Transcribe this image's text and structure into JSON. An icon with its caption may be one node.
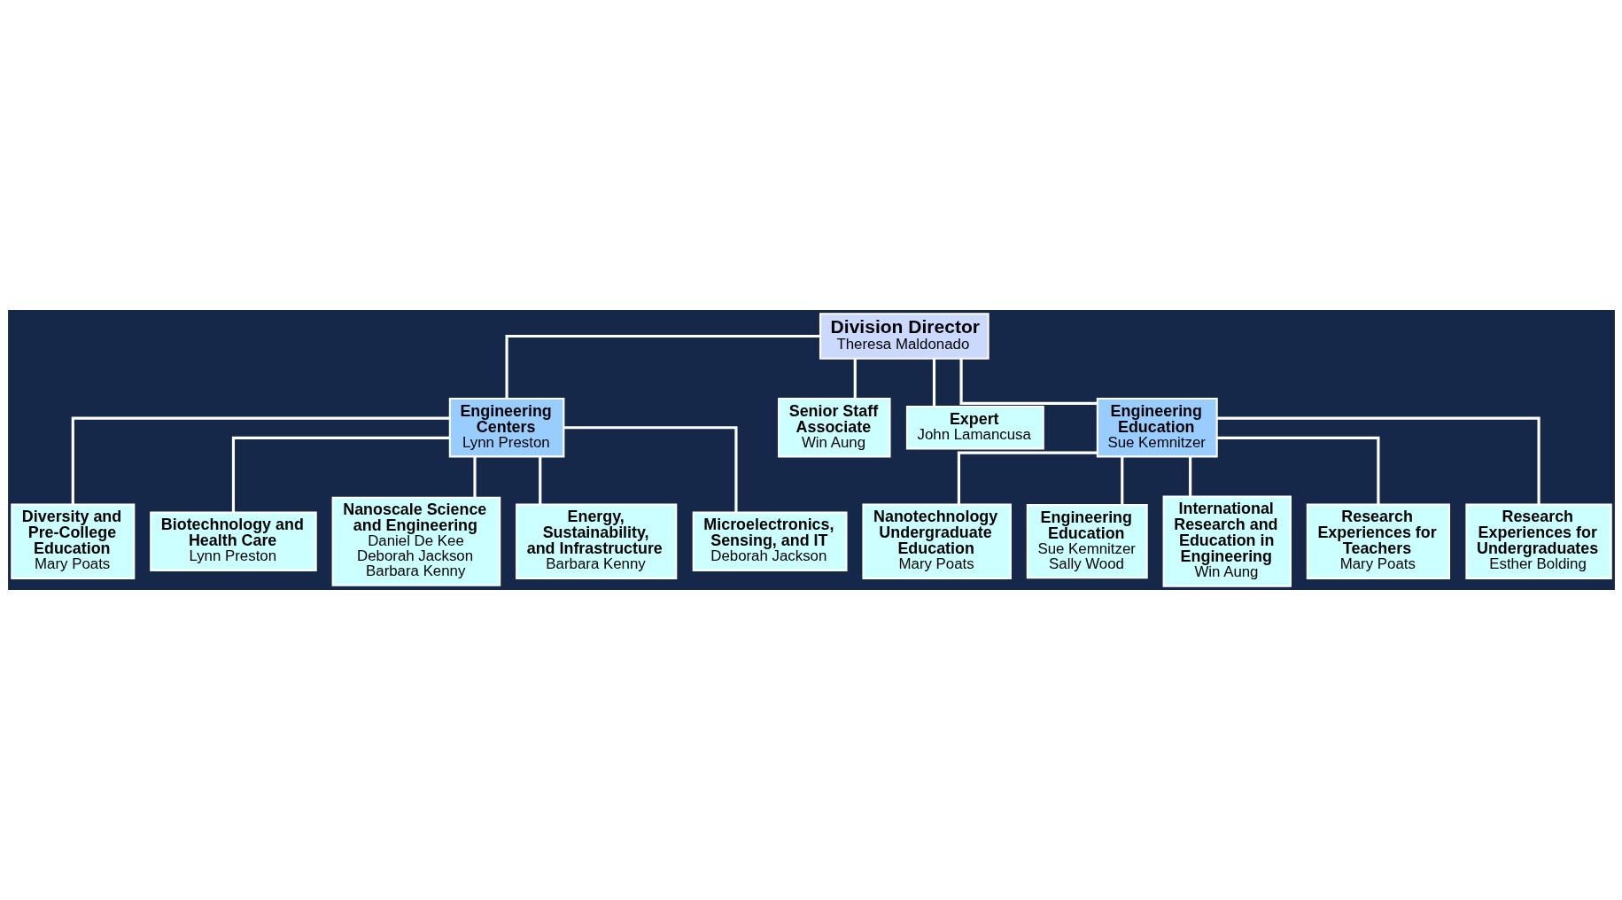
{
  "diagram": {
    "nodes": [
      {
        "text": [
          "Division Director",
          "Theresa Maldonado"
        ]
      },
      {
        "text": [
          "Engineering Centers",
          "Lynn Preston"
        ]
      },
      {
        "text": [
          "Senior Staff Associate",
          "Win Aung"
        ]
      },
      {
        "text": [
          "Expert",
          "John Lamancusa"
        ]
      },
      {
        "text": [
          "Engineering Education",
          "Sue Kemnitzer"
        ]
      },
      {
        "text": [
          "Diversity and Pre-College Education",
          "Mary Poats"
        ]
      },
      {
        "text": [
          "Biotechnology and Health Care",
          "Lynn Preston"
        ]
      },
      {
        "text": [
          "Nanoscale Science and Engineering",
          "Daniel De Kee",
          "Deborah Jackson",
          "Barbara Kenny"
        ]
      },
      {
        "text": [
          "Energy, Sustainability, and Infrastructure",
          "Barbara Kenny"
        ]
      },
      {
        "text": [
          "Microelectronics, Sensing, and IT",
          "Deborah Jackson"
        ]
      },
      {
        "text": [
          "Nanotechnology Undergraduate Education",
          "Mary Poats"
        ]
      },
      {
        "text": [
          "Engineering Education",
          "Sue Kemnitzer",
          "Sally Wood"
        ]
      },
      {
        "text": [
          "International Research and Education in Engineering",
          "Win Aung"
        ]
      },
      {
        "text": [
          "Research Experiences for Teachers",
          "Mary Poats"
        ]
      },
      {
        "text": [
          "Research Experiences for Undergraduates",
          "Esther Bolding"
        ]
      }
    ],
    "edges": [
      {
        "from": 0,
        "to": 1,
        "arrow": "none"
      },
      {
        "from": 0,
        "to": 2,
        "arrow": "none"
      },
      {
        "from": 0,
        "to": 3,
        "arrow": "none"
      },
      {
        "from": 0,
        "to": 4,
        "arrow": "none"
      },
      {
        "from": 1,
        "to": 5,
        "arrow": "none"
      },
      {
        "from": 1,
        "to": 6,
        "arrow": "none"
      },
      {
        "from": 1,
        "to": 7,
        "arrow": "none"
      },
      {
        "from": 1,
        "to": 8,
        "arrow": "none"
      },
      {
        "from": 1,
        "to": 9,
        "arrow": "none"
      },
      {
        "from": 4,
        "to": 10,
        "arrow": "none"
      },
      {
        "from": 4,
        "to": 11,
        "arrow": "none"
      },
      {
        "from": 4,
        "to": 12,
        "arrow": "none"
      },
      {
        "from": 4,
        "to": 13,
        "arrow": "none"
      },
      {
        "from": 4,
        "to": 14,
        "arrow": "none"
      }
    ]
  }
}
